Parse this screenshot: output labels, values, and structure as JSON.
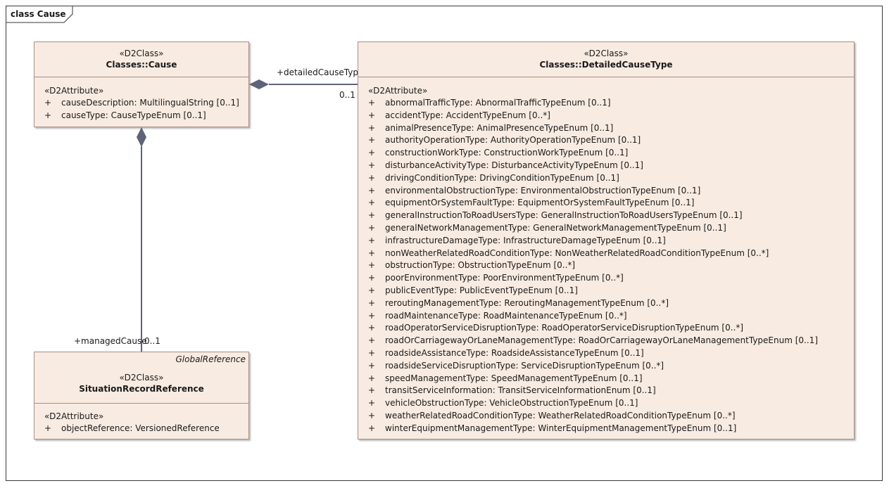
{
  "frame": {
    "title": "class Cause"
  },
  "cause": {
    "stereotype": "«D2Class»",
    "name": "Classes::Cause",
    "attr_stereotype": "«D2Attribute»",
    "attributes": [
      {
        "vis": "+",
        "text": "causeDescription: MultilingualString [0..1]"
      },
      {
        "vis": "+",
        "text": "causeType: CauseTypeEnum [0..1]"
      }
    ]
  },
  "detailed": {
    "stereotype": "«D2Class»",
    "name": "Classes::DetailedCauseType",
    "attr_stereotype": "«D2Attribute»",
    "attributes": [
      {
        "vis": "+",
        "text": "abnormalTrafficType: AbnormalTrafficTypeEnum [0..1]"
      },
      {
        "vis": "+",
        "text": "accidentType: AccidentTypeEnum [0..*]"
      },
      {
        "vis": "+",
        "text": "animalPresenceType: AnimalPresenceTypeEnum [0..1]"
      },
      {
        "vis": "+",
        "text": "authorityOperationType: AuthorityOperationTypeEnum [0..1]"
      },
      {
        "vis": "+",
        "text": "constructionWorkType: ConstructionWorkTypeEnum [0..1]"
      },
      {
        "vis": "+",
        "text": "disturbanceActivityType: DisturbanceActivityTypeEnum [0..1]"
      },
      {
        "vis": "+",
        "text": "drivingConditionType: DrivingConditionTypeEnum [0..1]"
      },
      {
        "vis": "+",
        "text": "environmentalObstructionType: EnvironmentalObstructionTypeEnum [0..1]"
      },
      {
        "vis": "+",
        "text": "equipmentOrSystemFaultType: EquipmentOrSystemFaultTypeEnum [0..1]"
      },
      {
        "vis": "+",
        "text": "generalInstructionToRoadUsersType: GeneralInstructionToRoadUsersTypeEnum [0..1]"
      },
      {
        "vis": "+",
        "text": "generalNetworkManagementType: GeneralNetworkManagementTypeEnum [0..1]"
      },
      {
        "vis": "+",
        "text": "infrastructureDamageType: InfrastructureDamageTypeEnum [0..1]"
      },
      {
        "vis": "+",
        "text": "nonWeatherRelatedRoadConditionType: NonWeatherRelatedRoadConditionTypeEnum [0..*]"
      },
      {
        "vis": "+",
        "text": "obstructionType: ObstructionTypeEnum [0..*]"
      },
      {
        "vis": "+",
        "text": "poorEnvironmentType: PoorEnvironmentTypeEnum [0..*]"
      },
      {
        "vis": "+",
        "text": "publicEventType: PublicEventTypeEnum [0..1]"
      },
      {
        "vis": "+",
        "text": "reroutingManagementType: ReroutingManagementTypeEnum [0..*]"
      },
      {
        "vis": "+",
        "text": "roadMaintenanceType: RoadMaintenanceTypeEnum [0..*]"
      },
      {
        "vis": "+",
        "text": "roadOperatorServiceDisruptionType: RoadOperatorServiceDisruptionTypeEnum [0..*]"
      },
      {
        "vis": "+",
        "text": "roadOrCarriagewayOrLaneManagementType: RoadOrCarriagewayOrLaneManagementTypeEnum [0..1]"
      },
      {
        "vis": "+",
        "text": "roadsideAssistanceType: RoadsideAssistanceTypeEnum [0..1]"
      },
      {
        "vis": "+",
        "text": "roadsideServiceDisruptionType: ServiceDisruptionTypeEnum [0..*]"
      },
      {
        "vis": "+",
        "text": "speedManagementType: SpeedManagementTypeEnum [0..1]"
      },
      {
        "vis": "+",
        "text": "transitServiceInformation: TransitServiceInformationEnum [0..1]"
      },
      {
        "vis": "+",
        "text": "vehicleObstructionType: VehicleObstructionTypeEnum [0..1]"
      },
      {
        "vis": "+",
        "text": "weatherRelatedRoadConditionType: WeatherRelatedRoadConditionTypeEnum [0..*]"
      },
      {
        "vis": "+",
        "text": "winterEquipmentManagementType: WinterEquipmentManagementTypeEnum [0..1]"
      }
    ]
  },
  "situation": {
    "superclass": "GlobalReference",
    "stereotype": "«D2Class»",
    "name": "SituationRecordReference",
    "attr_stereotype": "«D2Attribute»",
    "attributes": [
      {
        "vis": "+",
        "text": "objectReference: VersionedReference"
      }
    ]
  },
  "associations": {
    "detailed": {
      "role": "+detailedCauseType",
      "multiplicity": "0..1"
    },
    "managed": {
      "role": "+managedCause",
      "multiplicity": "0..1"
    }
  },
  "colors": {
    "class_fill": "#f8ebe1",
    "class_border": "#a88f86",
    "connector": "#5d6478"
  }
}
